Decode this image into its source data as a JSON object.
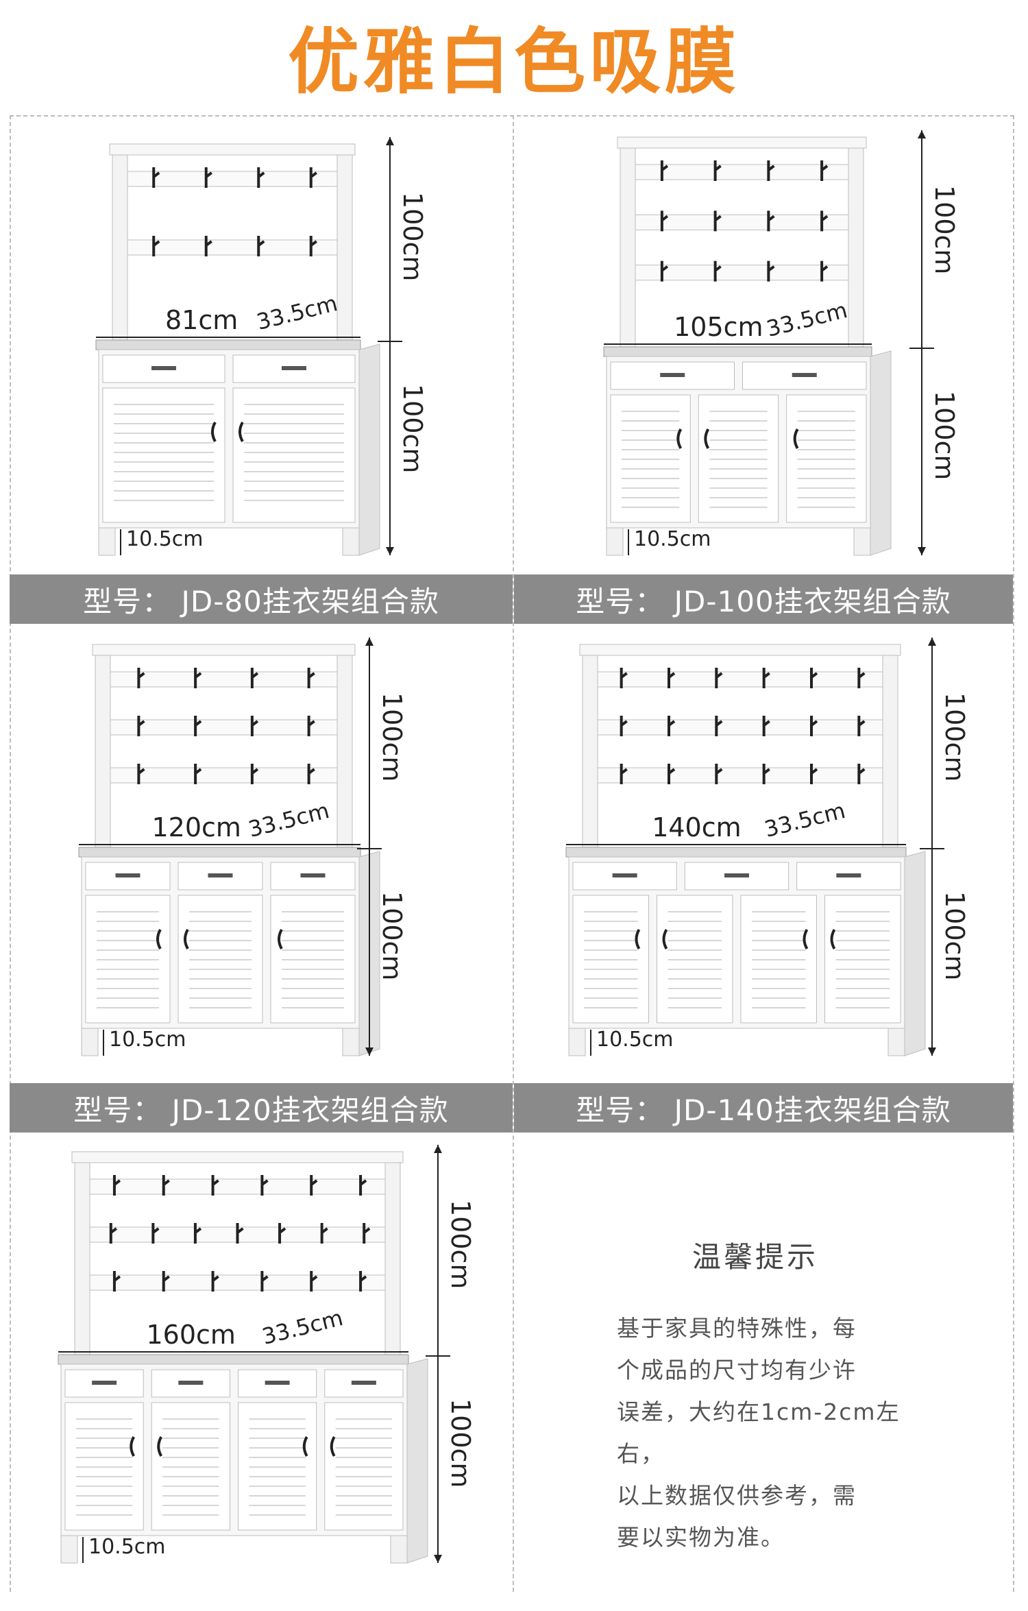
{
  "title": "优雅白色吸膜",
  "colors": {
    "title": "#f08a24",
    "label_bar": "#8a8a8a",
    "divider": "#bcbcbc"
  },
  "products": [
    {
      "label": "型号： JD-80挂衣架组合款",
      "width": "81cm",
      "depth": "33.5cm",
      "upper_height": "100cm",
      "lower_height": "100cm",
      "base_height": "10.5cm",
      "drawers": 2,
      "doors": 2,
      "hooks_per_row": [
        4,
        4
      ]
    },
    {
      "label": "型号： JD-100挂衣架组合款",
      "width": "105cm",
      "depth": "33.5cm",
      "upper_height": "100cm",
      "lower_height": "100cm",
      "base_height": "10.5cm",
      "drawers": 2,
      "doors": 3,
      "hooks_per_row": [
        4,
        4,
        4
      ]
    },
    {
      "label": "型号： JD-120挂衣架组合款",
      "width": "120cm",
      "depth": "33.5cm",
      "upper_height": "100cm",
      "lower_height": "100cm",
      "base_height": "10.5cm",
      "drawers": 3,
      "doors": 3,
      "hooks_per_row": [
        4,
        4,
        4
      ]
    },
    {
      "label": "型号： JD-140挂衣架组合款",
      "width": "140cm",
      "depth": "33.5cm",
      "upper_height": "100cm",
      "lower_height": "100cm",
      "base_height": "10.5cm",
      "drawers": 3,
      "doors": 4,
      "hooks_per_row": [
        6,
        6,
        6
      ]
    },
    {
      "label": "",
      "width": "160cm",
      "depth": "33.5cm",
      "upper_height": "100cm",
      "lower_height": "100cm",
      "base_height": "10.5cm",
      "drawers": 4,
      "doors": 4,
      "hooks_per_row": [
        6,
        7,
        6
      ]
    }
  ],
  "notice": {
    "title": "温馨提示",
    "lines": [
      "基于家具的特殊性，每",
      "个成品的尺寸均有少许",
      "误差，大约在1cm-2cm左右，",
      "以上数据仅供参考，需",
      "要以实物为准。"
    ]
  }
}
